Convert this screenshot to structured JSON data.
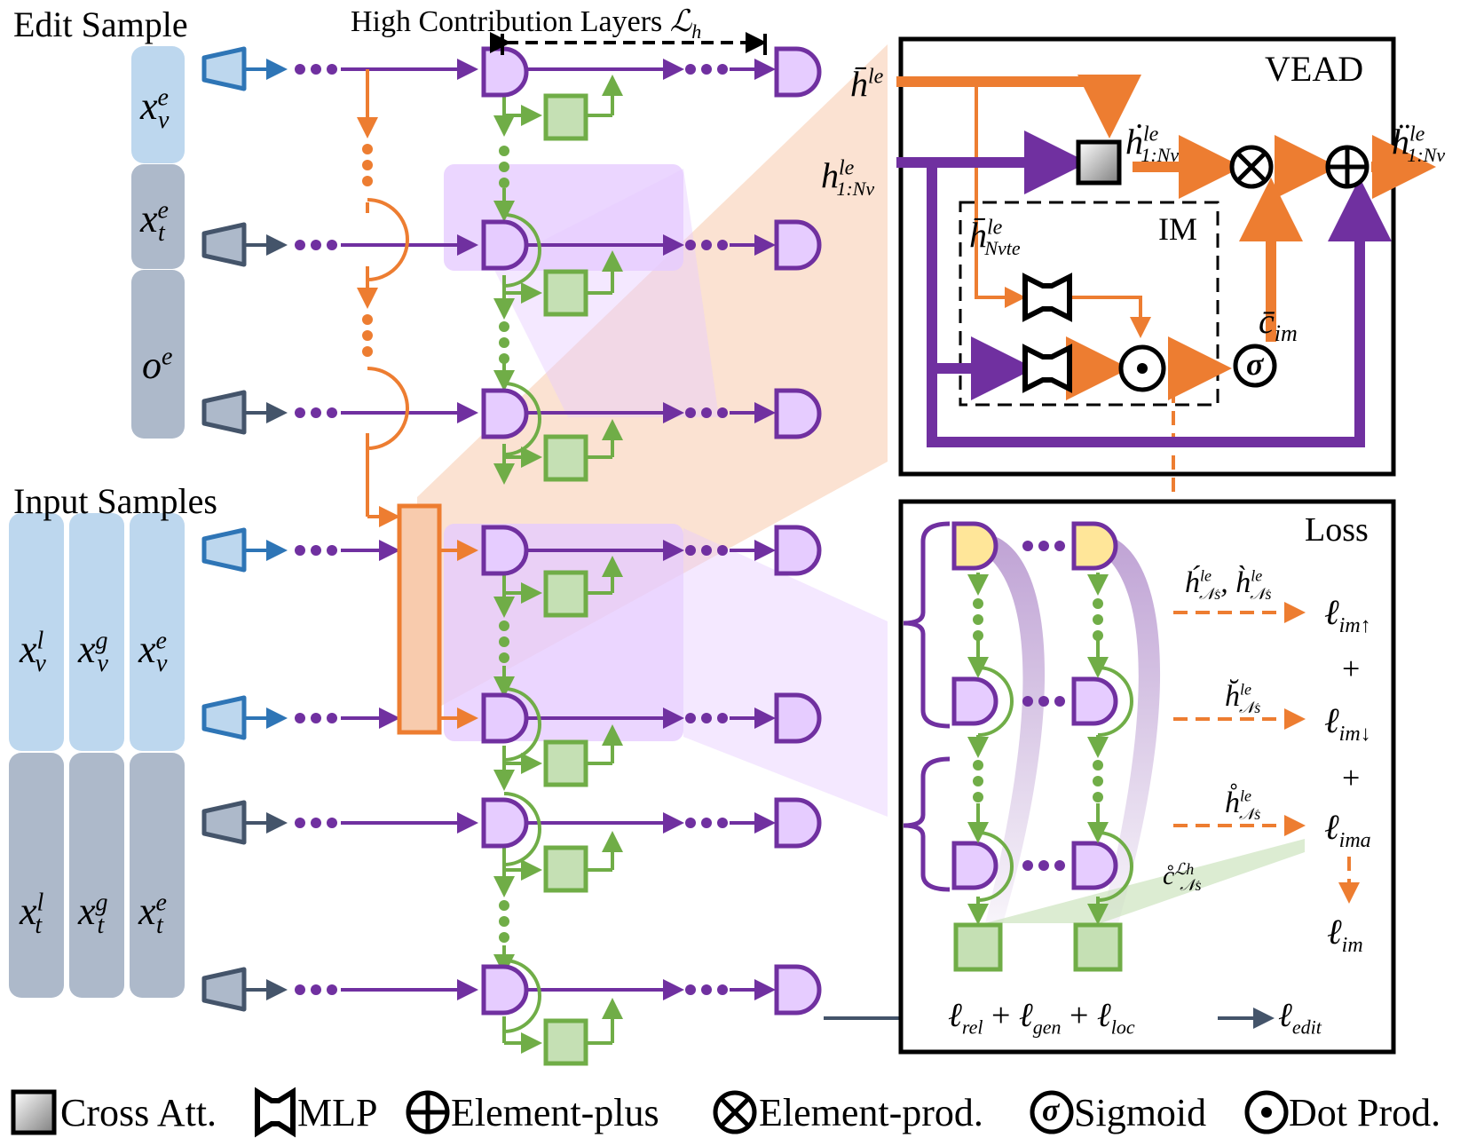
{
  "titles": {
    "edit_sample": "Edit Sample",
    "input_samples": "Input Samples",
    "high_layers": "High Contribution Layers",
    "high_layers_symbol": "ℒ",
    "high_layers_sub": "h",
    "vead": "VEAD",
    "im": "IM",
    "loss": "Loss"
  },
  "edit_tokens": [
    {
      "base": "x",
      "sub": "v",
      "sup": "e"
    },
    {
      "base": "x",
      "sub": "t",
      "sup": "e"
    },
    {
      "base": "o",
      "sub": "",
      "sup": "e"
    }
  ],
  "input_tokens": [
    {
      "base": "x",
      "sub": "v",
      "sup": "l"
    },
    {
      "base": "x",
      "sub": "v",
      "sup": "g"
    },
    {
      "base": "x",
      "sub": "v",
      "sup": "e"
    },
    {
      "base": "x",
      "sub": "t",
      "sup": "l"
    },
    {
      "base": "x",
      "sub": "t",
      "sup": "g"
    },
    {
      "base": "x",
      "sub": "t",
      "sup": "e"
    }
  ],
  "vead_labels": {
    "h_bar": "h̄",
    "h_bar_sup": "le",
    "h_in": "h",
    "h_in_sup": "le",
    "h_in_sub": "1:Nv",
    "h_dot": "ḣ",
    "h_dot_sup": "le",
    "h_dot_sub": "1:Nv",
    "h_ddot": "ḧ",
    "h_ddot_sup": "le",
    "h_ddot_sub": "1:Nv",
    "h_bar_nvt": "h̄",
    "h_bar_nvt_sup": "le",
    "h_bar_nvt_sub": "Nvte",
    "c_im": "c̄",
    "c_im_sub": "im"
  },
  "loss_labels": {
    "h_up": "h́",
    "h_up2": "h̀",
    "h_sup": "le",
    "h_sub": "𝒩s",
    "l_im_up": "ℓ",
    "l_im_up_sub": "im↑",
    "plus1": "+",
    "h_breve": "h̆",
    "l_im_down": "ℓ",
    "l_im_down_sub": "im↓",
    "plus2": "+",
    "h_ring": "h̊",
    "l_im_a": "ℓ",
    "l_im_a_sub": "ima",
    "c_ring": "c̊",
    "c_ring_sup": "ℒh",
    "c_ring_sub": "𝒩s",
    "l_im": "ℓ",
    "l_im_sub": "im",
    "l_rel": "ℓ",
    "l_rel_sub": "rel",
    "l_gen": "ℓ",
    "l_gen_sub": "gen",
    "l_loc": "ℓ",
    "l_loc_sub": "loc",
    "l_edit": "ℓ",
    "l_edit_sub": "edit",
    "plus": "+"
  },
  "legend": [
    {
      "icon": "cross-att-icon",
      "label": "Cross Att."
    },
    {
      "icon": "mlp-icon",
      "label": "MLP"
    },
    {
      "icon": "element-plus-icon",
      "label": "Element-plus"
    },
    {
      "icon": "element-prod-icon",
      "label": "Element-prod."
    },
    {
      "icon": "sigmoid-icon",
      "label": "Sigmoid",
      "glyph": "σ"
    },
    {
      "icon": "dot-prod-icon",
      "label": "Dot Prod."
    }
  ],
  "colors": {
    "purple": "#7030a0",
    "purple_fill": "#e6ccff",
    "orange": "#ed7d31",
    "orange_fill": "#f8cbad",
    "green": "#70ad47",
    "green_fill": "#c5e0b4",
    "blue": "#2e75b6",
    "blue_fill": "#bdd7ee",
    "slate": "#44546a",
    "slate_fill": "#adb9ca",
    "light_blue_bar": "#bdd7ee",
    "gray_bar": "#adb9ca",
    "yellow": "#ffe699"
  }
}
